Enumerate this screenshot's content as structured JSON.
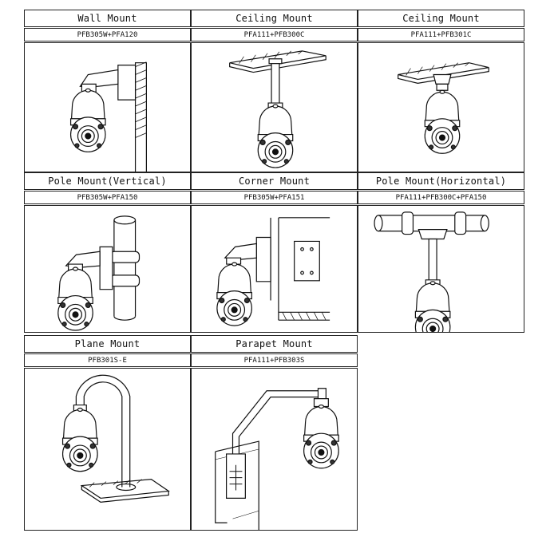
{
  "mounts": [
    {
      "title": "Wall Mount",
      "model": "PFB305W+PFA120"
    },
    {
      "title": "Ceiling Mount",
      "model": "PFA111+PFB300C"
    },
    {
      "title": "Ceiling Mount",
      "model": "PFA111+PFB301C"
    },
    {
      "title": "Pole Mount(Vertical)",
      "model": "PFB305W+PFA150"
    },
    {
      "title": "Corner Mount",
      "model": "PFB305W+PFA151"
    },
    {
      "title": "Pole Mount(Horizontal)",
      "model": "PFA111+PFB300C+PFA150"
    },
    {
      "title": "Plane Mount",
      "model": "PFB301S-E"
    },
    {
      "title": "Parapet Mount",
      "model": "PFA111+PFB303S"
    }
  ]
}
